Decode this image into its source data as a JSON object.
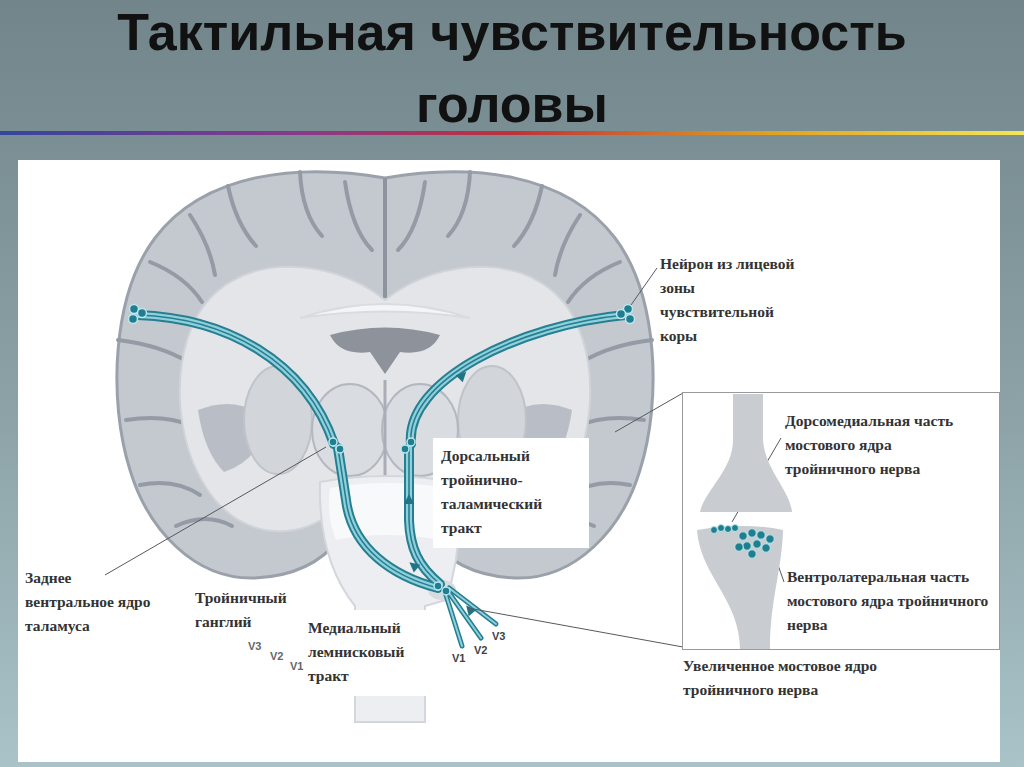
{
  "diagram": {
    "title": "Тактильная чувствительность головы",
    "nodes": [
      {
        "text": [
          "Дорсомедиальная часть мостового ядра тройничного нерва",
          "Вентролатеральная часть мостового ядра тройничного нерва",
          "Увеличенное мостовое ядро тройничного нерва"
        ]
      },
      {
        "text": [
          "Дорсальный тройнично-таламический тракт"
        ]
      },
      {
        "text": [
          "Медиальный лемнисковый тракт"
        ]
      }
    ],
    "labels": [
      "Нейрон из лицевой зоны чувствительной коры",
      "Заднее вентральное ядро таламуса",
      "Тройничный ганглий",
      "V3",
      "V2",
      "V1",
      "V1",
      "V2",
      "V3"
    ]
  }
}
